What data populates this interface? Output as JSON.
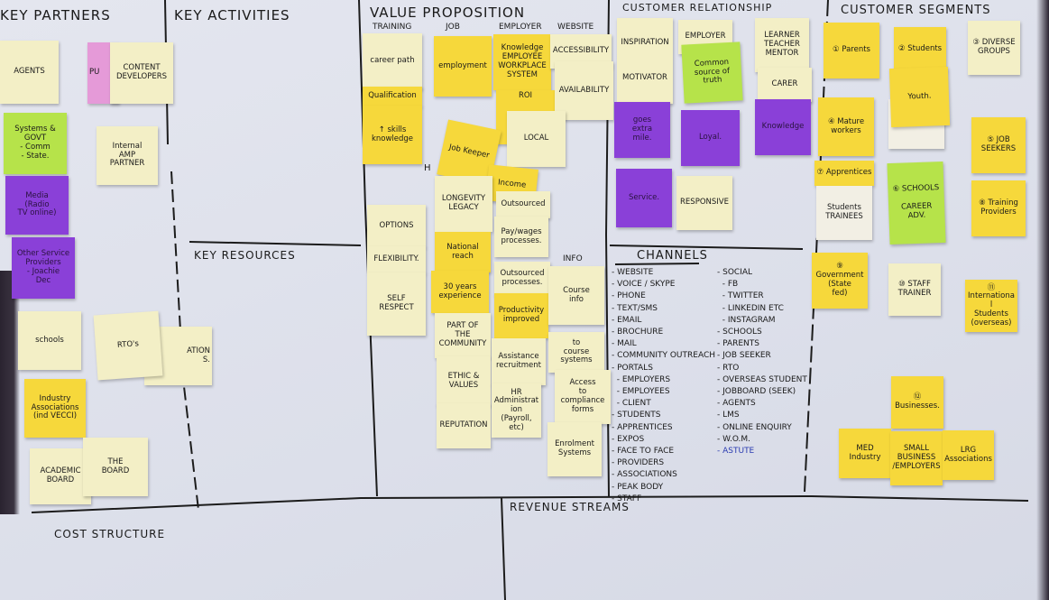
{
  "headings": {
    "key_partners": "Key Partners",
    "key_activities": "Key Activities",
    "value_proposition": "Value Proposition",
    "customer_relationship": "Customer Relationship",
    "customer_segments": "Customer Segments",
    "key_resources": "Key Resources",
    "channels": "Channels",
    "cost_structure": "Cost Structure",
    "revenue_streams": "Revenue Streams"
  },
  "value_columns": {
    "training": "Training",
    "job": "Job",
    "employer": "Employer",
    "website": "Website",
    "info": "Info",
    "h": "H"
  },
  "notes": [
    {
      "text": "AGENTS",
      "color": "cream"
    },
    {
      "text": "PU",
      "color": "pink"
    },
    {
      "text": "CONTENT DEVELOPERS",
      "color": "cream"
    },
    {
      "text": "Systems &\nGOVT\n- Comm\n- State.",
      "color": "lime"
    },
    {
      "text": "Internal\nAMP\nPARTNER",
      "color": "cream"
    },
    {
      "text": "Media\n(Radio\nTV online)",
      "color": "purple"
    },
    {
      "text": "Other Service\nProviders\n- Joachie\nDec",
      "color": "purple"
    },
    {
      "text": "schools",
      "color": "cream"
    },
    {
      "text": "ATION\nS.",
      "color": "cream"
    },
    {
      "text": "RTO's",
      "color": "cream"
    },
    {
      "text": "Industry\nAssociations\n(ind VECCI)",
      "color": "yellow"
    },
    {
      "text": "ACADEMIC\nBOARD",
      "color": "cream"
    },
    {
      "text": "THE\nBOARD",
      "color": "cream"
    },
    {
      "text": "career path",
      "color": "cream"
    },
    {
      "text": "Qualification",
      "color": "yellow"
    },
    {
      "text": "↑ skills\nknowledge",
      "color": "yellow"
    },
    {
      "text": "employment",
      "color": "yellow"
    },
    {
      "text": "Knowledge\nEMPLOYEE\nWORKPLACE\nSYSTEM",
      "color": "yellow"
    },
    {
      "text": "ROI",
      "color": "yellow"
    },
    {
      "text": "ACCESSIBILITY",
      "color": "cream"
    },
    {
      "text": "AVAILABILITY",
      "color": "cream"
    },
    {
      "text": "LOCAL",
      "color": "cream"
    },
    {
      "text": "Job Keeper",
      "color": "yellow"
    },
    {
      "text": "Income",
      "color": "yellow"
    },
    {
      "text": "LONGEVITY\nLEGACY",
      "color": "cream"
    },
    {
      "text": "Outsourced",
      "color": "cream"
    },
    {
      "text": "Pay/wages\nprocesses.",
      "color": "cream"
    },
    {
      "text": "OPTIONS",
      "color": "cream"
    },
    {
      "text": "FLEXIBILITY.",
      "color": "cream"
    },
    {
      "text": "SELF\nRESPECT",
      "color": "cream"
    },
    {
      "text": "National\nreach",
      "color": "yellow"
    },
    {
      "text": "30 years\nexperience",
      "color": "yellow"
    },
    {
      "text": "PART OF\nTHE COMMUNITY",
      "color": "cream"
    },
    {
      "text": "ETHIC &\nVALUES",
      "color": "cream"
    },
    {
      "text": "REPUTATION",
      "color": "cream"
    },
    {
      "text": "Outsourced\nprocesses.",
      "color": "cream"
    },
    {
      "text": "Productivity\nimproved",
      "color": "yellow"
    },
    {
      "text": "Assistance\nrecruitment",
      "color": "cream"
    },
    {
      "text": "HR Administration\n(Payroll, etc)",
      "color": "cream"
    },
    {
      "text": "Course\ninfo",
      "color": "cream"
    },
    {
      "text": "to\ncourse\nsystems",
      "color": "cream"
    },
    {
      "text": "Access\nto\ncompliance\nforms",
      "color": "cream"
    },
    {
      "text": "Enrolment\nSystems",
      "color": "cream"
    },
    {
      "text": "INSPIRATION\n\n\n\nMOTIVATOR",
      "color": "cream"
    },
    {
      "text": "goes\nextra\nmile.",
      "color": "purple"
    },
    {
      "text": "Service.",
      "color": "purple"
    },
    {
      "text": "EMPLOYER",
      "color": "cream"
    },
    {
      "text": "Common\nsource of\ntruth",
      "color": "lime"
    },
    {
      "text": "Loyal.",
      "color": "purple"
    },
    {
      "text": "RESPONSIVE",
      "color": "cream"
    },
    {
      "text": "LEARNER\nTEACHER\nMENTOR",
      "color": "cream"
    },
    {
      "text": "CARER",
      "color": "cream"
    },
    {
      "text": "Knowledge",
      "color": "purple"
    },
    {
      "text": "① Parents",
      "color": "yellow"
    },
    {
      "text": "② Students",
      "color": "yellow"
    },
    {
      "text": "",
      "color": "white"
    },
    {
      "text": "Youth.",
      "color": "yellow"
    },
    {
      "text": "③ DIVERSE\nGROUPS",
      "color": "cream"
    },
    {
      "text": "④ Mature\nworkers",
      "color": "yellow"
    },
    {
      "text": "⑤ JOB\nSEEKERS",
      "color": "yellow"
    },
    {
      "text": "⑦ Apprentices",
      "color": "yellow"
    },
    {
      "text": "Students\nTRAINEES",
      "color": "white"
    },
    {
      "text": "⑥ SCHOOLS\n\nCAREER\nADV.",
      "color": "lime"
    },
    {
      "text": "⑧ Training\nProviders",
      "color": "yellow"
    },
    {
      "text": "⑨ Government\n(State\nfed)",
      "color": "yellow"
    },
    {
      "text": "⑩ STAFF\nTRAINER",
      "color": "cream"
    },
    {
      "text": "⑪ International\nStudents\n(overseas)",
      "color": "yellow"
    },
    {
      "text": "⑫ Businesses.",
      "color": "yellow"
    },
    {
      "text": "MED\nIndustry",
      "color": "yellow"
    },
    {
      "text": "SMALL\nBUSINESS\n/EMPLOYERS",
      "color": "yellow"
    },
    {
      "text": "LRG\nAssociations",
      "color": "yellow"
    }
  ],
  "channels": {
    "left": [
      "- Website",
      "- Voice / Skype",
      "- Phone",
      "- Text/SMS",
      "- Email",
      "- Brochure",
      "- Mail",
      "- Community outreach",
      "- Portals",
      "  - Employers",
      "  - Employees",
      "  - Client",
      "- Students",
      "- Apprentices",
      "- Expos",
      "- Face to face",
      "- Providers",
      "- Associations",
      "- Peak body",
      "- Staff"
    ],
    "right": [
      "- Social",
      "  - FB",
      "  - Twitter",
      "  - LinkedIn etc",
      "  - Instagram",
      "- Schools",
      "- Parents",
      "- Job seeker",
      "- RTO",
      "- Overseas student",
      "- Jobboard (seek)",
      "- Agents",
      "- LMS",
      "- Online enquiry",
      "- W.O.M.",
      "- Astute"
    ]
  },
  "colors": {
    "cream": "#f3efc6",
    "yellow": "#f6d83b",
    "lime": "#b6e34a",
    "purple": "#8a40d8",
    "pink": "#e59ad8",
    "board": "#dfe2ec",
    "marker": "#1a1a1a",
    "blue_marker": "#2a3bb0"
  }
}
